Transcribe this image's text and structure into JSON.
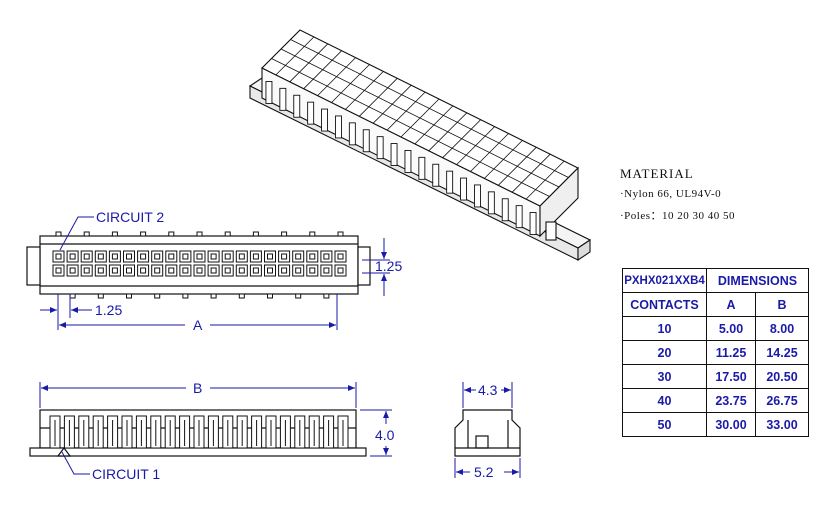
{
  "labels": {
    "circuit2": "CIRCUIT 2",
    "circuit1": "CIRCUIT 1",
    "pitch_h": "1.25",
    "pitch_v": "1.25",
    "dim_a": "A",
    "dim_b": "B",
    "height": "4.0",
    "side_top": "4.3",
    "side_bottom": "5.2"
  },
  "material": {
    "title": "MATERIAL",
    "line1": "·Nylon 66, UL94V-0",
    "line2": "·Poles：10  20  30  40  50"
  },
  "table": {
    "part_number": "PXHX021XXB4",
    "dimensions_header": "DIMENSIONS",
    "contacts_header": "CONTACTS",
    "col_a": "A",
    "col_b": "B",
    "rows": [
      {
        "contacts": "10",
        "a": "5.00",
        "b": "8.00"
      },
      {
        "contacts": "20",
        "a": "11.25",
        "b": "14.25"
      },
      {
        "contacts": "30",
        "a": "17.50",
        "b": "20.50"
      },
      {
        "contacts": "40",
        "a": "23.75",
        "b": "26.75"
      },
      {
        "contacts": "50",
        "a": "30.00",
        "b": "33.00"
      }
    ]
  }
}
